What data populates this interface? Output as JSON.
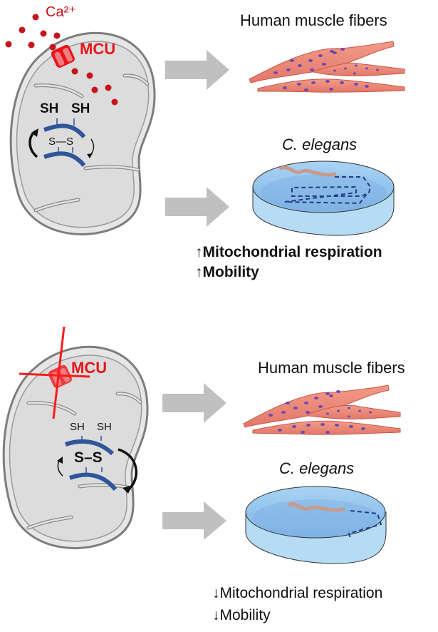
{
  "panels": [
    {
      "id": "top",
      "condition": "MCU active",
      "ion_label": "Ca²⁺",
      "channel_label": "MCU",
      "thiol_labels": [
        "SH",
        "SH"
      ],
      "disulfide_label": "S—S",
      "model_1_label": "Human muscle fibers",
      "model_2_label": "C. elegans",
      "outcomes": [
        {
          "direction": "↑",
          "text": "Mitochondrial respiration"
        },
        {
          "direction": "↑",
          "text": "Mobility"
        }
      ]
    },
    {
      "id": "bottom",
      "condition": "MCU blocked",
      "channel_label": "MCU",
      "thiol_labels": [
        "SH",
        "SH"
      ],
      "disulfide_label": "S–S",
      "model_1_label": "Human muscle fibers",
      "model_2_label": "C. elegans",
      "outcomes": [
        {
          "direction": "↓",
          "text": "Mitochondrial respiration"
        },
        {
          "direction": "↓",
          "text": "Mobility"
        }
      ]
    }
  ],
  "colors": {
    "calcium": "#c8141b",
    "mcu": "#e8141b",
    "mito_fill": "#e4e4e4",
    "mito_stroke": "#8a8a8a",
    "protein": "#2f559a",
    "arrow": "#c0c0c0",
    "muscle": "#ef8a78",
    "nuclei": "#6a4ab0",
    "dish": "#9ccbef",
    "track": "#1f3d86",
    "worm": "#c89a8e"
  }
}
